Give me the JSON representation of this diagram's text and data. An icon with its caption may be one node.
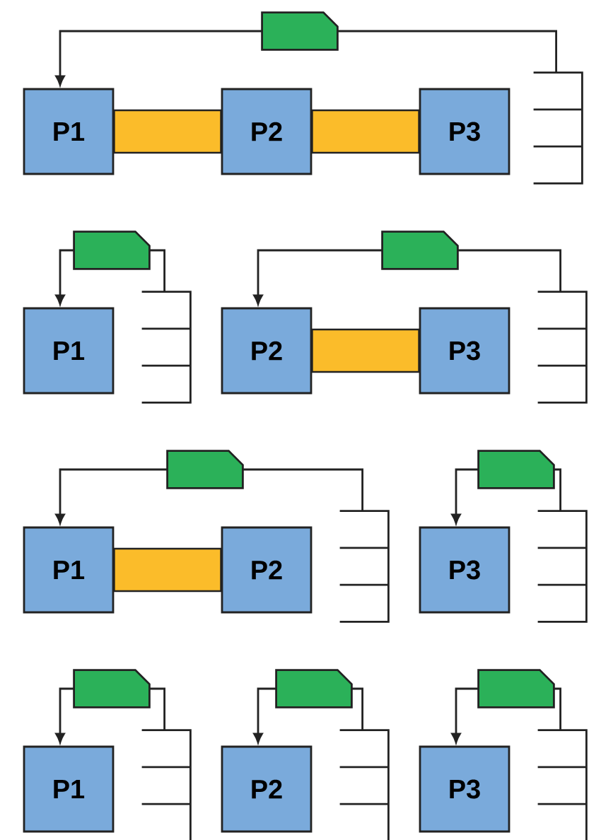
{
  "diagram": {
    "nodes": [
      {
        "text": [],
        "shape": "tag"
      },
      {
        "text": [
          "P1"
        ]
      },
      {
        "text": [
          "P2"
        ]
      },
      {
        "text": [
          "P3"
        ]
      },
      {
        "text": [],
        "shape": "queue"
      },
      {
        "text": [],
        "shape": "tag"
      },
      {
        "text": [
          "P1"
        ]
      },
      {
        "text": [],
        "shape": "queue"
      },
      {
        "text": [],
        "shape": "tag"
      },
      {
        "text": [
          "P2"
        ]
      },
      {
        "text": [
          "P3"
        ]
      },
      {
        "text": [],
        "shape": "queue"
      },
      {
        "text": [],
        "shape": "tag"
      },
      {
        "text": [
          "P1"
        ]
      },
      {
        "text": [
          "P2"
        ]
      },
      {
        "text": [],
        "shape": "queue"
      },
      {
        "text": [],
        "shape": "tag"
      },
      {
        "text": [
          "P3"
        ]
      },
      {
        "text": [],
        "shape": "queue"
      },
      {
        "text": [],
        "shape": "tag"
      },
      {
        "text": [
          "P1"
        ]
      },
      {
        "text": [],
        "shape": "queue"
      },
      {
        "text": [],
        "shape": "tag"
      },
      {
        "text": [
          "P2"
        ]
      },
      {
        "text": [],
        "shape": "queue"
      },
      {
        "text": [],
        "shape": "tag"
      },
      {
        "text": [
          "P3"
        ]
      },
      {
        "text": [],
        "shape": "queue"
      }
    ],
    "edges": [
      {
        "from": 1,
        "to": 2,
        "arrow": "none",
        "style": "thick",
        "color": "#fbbc2a"
      },
      {
        "from": 2,
        "to": 3,
        "arrow": "none",
        "style": "thick",
        "color": "#fbbc2a"
      },
      {
        "from": 4,
        "to": 0,
        "arrow": "none"
      },
      {
        "from": 0,
        "to": 1,
        "arrow": "to"
      },
      {
        "from": 7,
        "to": 5,
        "arrow": "none"
      },
      {
        "from": 5,
        "to": 6,
        "arrow": "to"
      },
      {
        "from": 9,
        "to": 10,
        "arrow": "none",
        "style": "thick",
        "color": "#fbbc2a"
      },
      {
        "from": 11,
        "to": 8,
        "arrow": "none"
      },
      {
        "from": 8,
        "to": 9,
        "arrow": "to"
      },
      {
        "from": 13,
        "to": 14,
        "arrow": "none",
        "style": "thick",
        "color": "#fbbc2a"
      },
      {
        "from": 15,
        "to": 12,
        "arrow": "none"
      },
      {
        "from": 12,
        "to": 13,
        "arrow": "to"
      },
      {
        "from": 18,
        "to": 16,
        "arrow": "none"
      },
      {
        "from": 16,
        "to": 17,
        "arrow": "to"
      },
      {
        "from": 21,
        "to": 19,
        "arrow": "none"
      },
      {
        "from": 19,
        "to": 20,
        "arrow": "to"
      },
      {
        "from": 24,
        "to": 22,
        "arrow": "none"
      },
      {
        "from": 22,
        "to": 23,
        "arrow": "to"
      },
      {
        "from": 27,
        "to": 25,
        "arrow": "none"
      },
      {
        "from": 25,
        "to": 26,
        "arrow": "to"
      }
    ]
  }
}
